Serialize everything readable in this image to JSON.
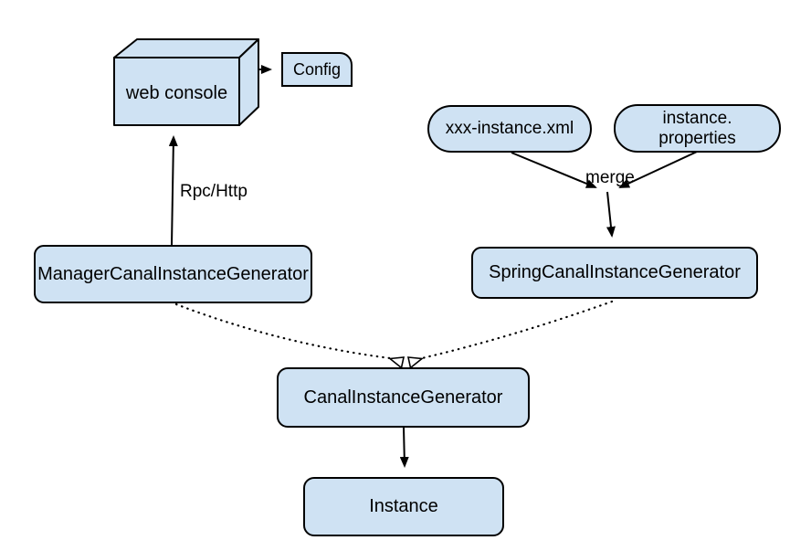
{
  "diagram": {
    "colors": {
      "background": "#ffffff",
      "node_fill": "#cfe2f3",
      "node_stroke": "#000000"
    },
    "nodes": {
      "web_console": "web console",
      "config": "Config",
      "xxx_instance_xml": "xxx-instance.xml",
      "instance_properties": "instance.\nproperties",
      "manager_generator": "ManagerCanalInstanceGenerator",
      "spring_generator": "SpringCanalInstanceGenerator",
      "canal_generator": "CanalInstanceGenerator",
      "instance": "Instance"
    },
    "edge_labels": {
      "rpc_http": "Rpc/Http",
      "merge": "merge"
    }
  }
}
